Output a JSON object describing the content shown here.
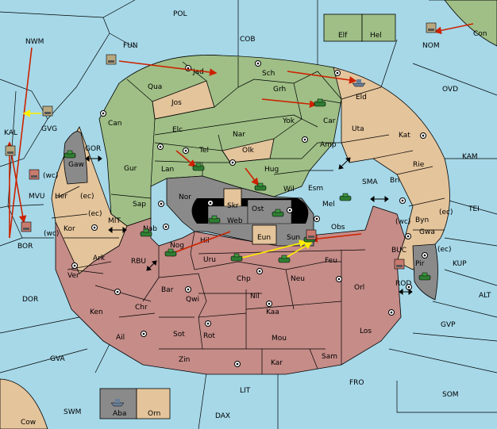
{
  "colors": {
    "sea": "#a6d8e8",
    "green": "#9fbf86",
    "tan": "#e4c49b",
    "red": "#c58c88",
    "gray": "#8a8a8a",
    "black": "#000000",
    "order_move": "#cc2200",
    "order_support": "#ffee00"
  },
  "sea_regions": [
    {
      "id": "POL",
      "label": "POL"
    },
    {
      "id": "COB",
      "label": "COB"
    },
    {
      "id": "FUN",
      "label": "FUN"
    },
    {
      "id": "NWM",
      "label": "NWM"
    },
    {
      "id": "NOM",
      "label": "NOM"
    },
    {
      "id": "Con",
      "label": "Con"
    },
    {
      "id": "OVD",
      "label": "OVD"
    },
    {
      "id": "KAM",
      "label": "KAM"
    },
    {
      "id": "TEI",
      "label": "TEI"
    },
    {
      "id": "SMA",
      "label": "SMA"
    },
    {
      "id": "GVG",
      "label": "GVG"
    },
    {
      "id": "KAL",
      "label": "KAL"
    },
    {
      "id": "GOR",
      "label": "GOR"
    },
    {
      "id": "MVU",
      "label": "MVU"
    },
    {
      "id": "BOR",
      "label": "BOR"
    },
    {
      "id": "MIT",
      "label": "MIT"
    },
    {
      "id": "RBU",
      "label": "RBU"
    },
    {
      "id": "DOR",
      "label": "DOR"
    },
    {
      "id": "GVA",
      "label": "GVA"
    },
    {
      "id": "SWM",
      "label": "SWM"
    },
    {
      "id": "Cow",
      "label": "Cow"
    },
    {
      "id": "LIT",
      "label": "LIT"
    },
    {
      "id": "DAX",
      "label": "DAX"
    },
    {
      "id": "FRO",
      "label": "FRO"
    },
    {
      "id": "SOM",
      "label": "SOM"
    },
    {
      "id": "GVP",
      "label": "GVP"
    },
    {
      "id": "ALT",
      "label": "ALT"
    },
    {
      "id": "KUP",
      "label": "KUP"
    },
    {
      "id": "BUC",
      "label": "BUC"
    },
    {
      "id": "ROD",
      "label": "ROD"
    }
  ],
  "land_regions": [
    {
      "id": "Jad",
      "label": "Jad"
    },
    {
      "id": "Sch",
      "label": "Sch"
    },
    {
      "id": "Qua",
      "label": "Qua"
    },
    {
      "id": "Jos",
      "label": "Jos"
    },
    {
      "id": "Grh",
      "label": "Grh"
    },
    {
      "id": "Eld",
      "label": "Eld"
    },
    {
      "id": "Can",
      "label": "Can"
    },
    {
      "id": "Elc",
      "label": "Elc"
    },
    {
      "id": "Nar",
      "label": "Nar"
    },
    {
      "id": "Yok",
      "label": "Yok"
    },
    {
      "id": "Car",
      "label": "Car"
    },
    {
      "id": "Uta",
      "label": "Uta"
    },
    {
      "id": "Kat",
      "label": "Kat"
    },
    {
      "id": "Tel",
      "label": "Tel"
    },
    {
      "id": "Olk",
      "label": "Olk"
    },
    {
      "id": "Amp",
      "label": "Amp"
    },
    {
      "id": "Gaw",
      "label": "Gaw"
    },
    {
      "id": "Gur",
      "label": "Gur"
    },
    {
      "id": "Lan",
      "label": "Lan"
    },
    {
      "id": "Hug",
      "label": "Hug"
    },
    {
      "id": "Rie",
      "label": "Rie"
    },
    {
      "id": "Bri",
      "label": "Bri"
    },
    {
      "id": "Nor",
      "label": "Nor"
    },
    {
      "id": "Wil",
      "label": "Wil"
    },
    {
      "id": "Esm",
      "label": "Esm"
    },
    {
      "id": "Her",
      "label": "Her"
    },
    {
      "id": "Sap",
      "label": "Sap"
    },
    {
      "id": "Skr",
      "label": "Skr"
    },
    {
      "id": "Ost",
      "label": "Ost"
    },
    {
      "id": "Mel",
      "label": "Mel"
    },
    {
      "id": "Web",
      "label": "Web"
    },
    {
      "id": "Byn",
      "label": "Byn"
    },
    {
      "id": "Kor",
      "label": "Kor"
    },
    {
      "id": "Nab",
      "label": "Nab"
    },
    {
      "id": "Eun",
      "label": "Eun"
    },
    {
      "id": "Sun",
      "label": "Sun"
    },
    {
      "id": "Obs",
      "label": "Obs"
    },
    {
      "id": "Gwa",
      "label": "Gwa"
    },
    {
      "id": "Hil",
      "label": "Hil"
    },
    {
      "id": "Nog",
      "label": "Nog"
    },
    {
      "id": "Ark",
      "label": "Ark"
    },
    {
      "id": "Uru",
      "label": "Uru"
    },
    {
      "id": "Feu",
      "label": "Feu"
    },
    {
      "id": "Pir",
      "label": "Pir"
    },
    {
      "id": "Ver",
      "label": "Ver"
    },
    {
      "id": "Chp",
      "label": "Chp"
    },
    {
      "id": "Neu",
      "label": "Neu"
    },
    {
      "id": "Orl",
      "label": "Orl"
    },
    {
      "id": "Bar",
      "label": "Bar"
    },
    {
      "id": "Qwi",
      "label": "Qwi"
    },
    {
      "id": "Nil",
      "label": "Nil"
    },
    {
      "id": "Chr",
      "label": "Chr"
    },
    {
      "id": "Ken",
      "label": "Ken"
    },
    {
      "id": "Kaa",
      "label": "Kaa"
    },
    {
      "id": "Los",
      "label": "Los"
    },
    {
      "id": "Ail",
      "label": "Ail"
    },
    {
      "id": "Sot",
      "label": "Sot"
    },
    {
      "id": "Rot",
      "label": "Rot"
    },
    {
      "id": "Mou",
      "label": "Mou"
    },
    {
      "id": "Zin",
      "label": "Zin"
    },
    {
      "id": "Kar",
      "label": "Kar"
    },
    {
      "id": "Sam",
      "label": "Sam"
    },
    {
      "id": "Elf",
      "label": "Elf"
    },
    {
      "id": "Hel",
      "label": "Hel"
    },
    {
      "id": "Aba",
      "label": "Aba"
    },
    {
      "id": "Orn",
      "label": "Orn"
    }
  ],
  "coast_markers": {
    "wc": "(wc)",
    "ec": "(ec)"
  },
  "units": {
    "army_icon": "army-icon",
    "fleet_icon": "fleet-icon"
  }
}
